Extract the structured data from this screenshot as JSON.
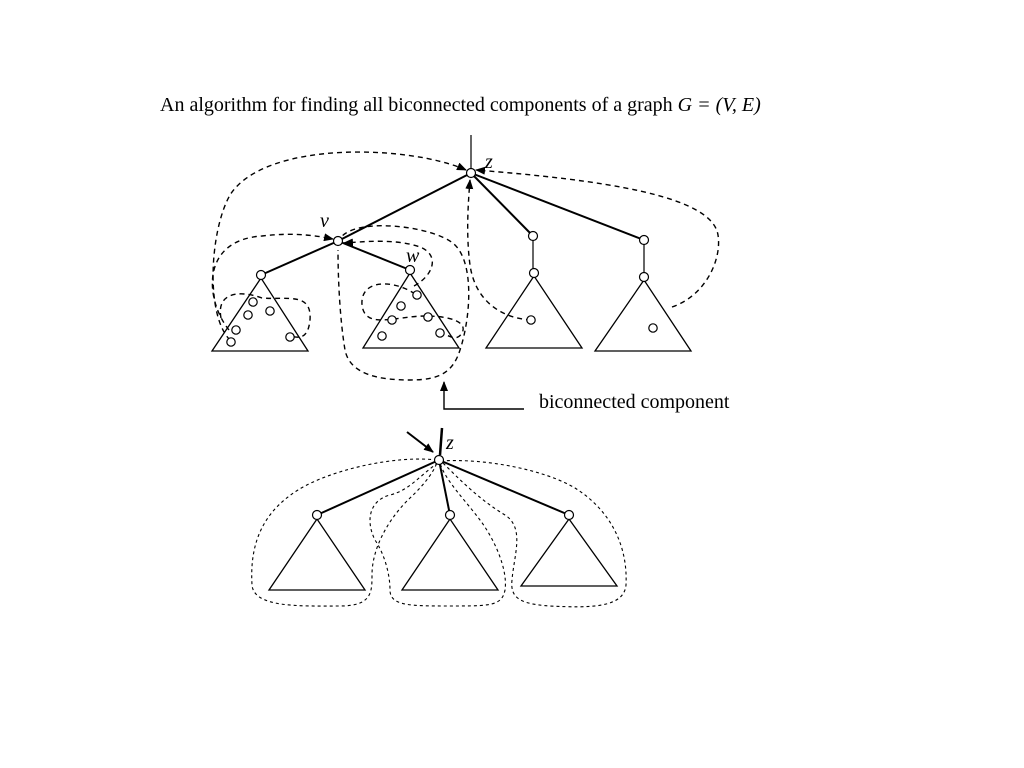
{
  "title": {
    "text": "An algorithm for finding all biconnected components of a graph",
    "formula": "G = (V, E)"
  },
  "labels": {
    "z_top": "z",
    "v": "v",
    "w": "w",
    "component": "biconnected component",
    "z_bottom": "z"
  }
}
